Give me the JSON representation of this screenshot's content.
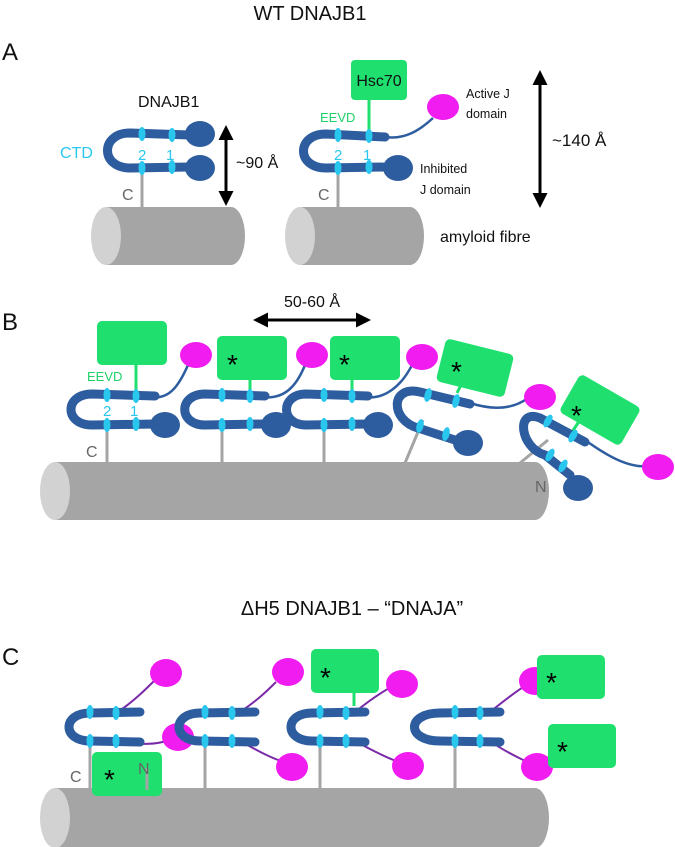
{
  "section_wt_title": "WT DNAJB1",
  "section_dh5_title": "ΔH5 DNAJB1 – “DNAJA”",
  "panels": {
    "a": "A",
    "b": "B",
    "c": "C"
  },
  "panel_a": {
    "protein_label": "DNAJB1",
    "ctd_label": "CTD",
    "site_2": "2",
    "site_1": "1",
    "c_terminus": "C",
    "height_closed": "~90 Å",
    "hsc70_label": "Hsc70",
    "eevd_label": "EEVD",
    "active_j_line1": "Active J",
    "active_j_line2": "domain",
    "inhibited_j_line1": "Inhibited",
    "inhibited_j_line2": "J domain",
    "height_open": "~140 Å",
    "fibre_label": "amyloid fibre"
  },
  "panel_b": {
    "spacing": "50-60 Å",
    "eevd_label": "EEVD",
    "site_2": "2",
    "site_1": "1",
    "c_terminus": "C",
    "n_terminus": "N",
    "star": "*"
  },
  "panel_c": {
    "c_terminus": "C",
    "n_terminus": "N",
    "star": "*"
  },
  "colors": {
    "ctd_blue": "#2e5d9f",
    "site_cyan": "#29c6ee",
    "hsc70_green": "#1fe06f",
    "j_magenta": "#f01cf0",
    "fibre_grey": "#a5a5a5",
    "fibre_cap": "#d2d2d2",
    "linker_purple": "#7a2aa8"
  }
}
